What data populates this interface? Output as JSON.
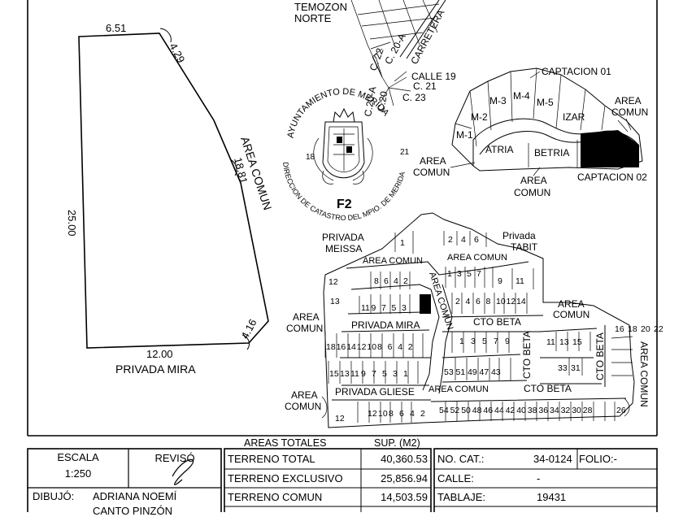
{
  "polygon": {
    "dims": {
      "top": "6.51",
      "top_right": "4.29",
      "right": "18.81",
      "left": "25.00",
      "bottom": "12.00",
      "bottom_right": "4.16"
    },
    "area_label": "AREA COMUN",
    "street_label": "PRIVADA MIRA"
  },
  "location": {
    "temozon_line1": "TEMOZON",
    "temozon_line2": "NORTE",
    "carretera": "CARRETERA",
    "calle19": "CALLE 19",
    "c21": "C. 21",
    "c23": "C. 23",
    "c22": "C. 22",
    "c20a": "C. 20-A",
    "c20": "C.20",
    "c20a2": "C.20-A"
  },
  "seal": {
    "top_text": "AYUNTAMIENTO DE MERIDA",
    "bottom_text": "DIRECCION DE CATASTRO DEL MPIO. DE MERIDA",
    "num_left": "18",
    "num_right": "21",
    "code": "F2"
  },
  "overview": {
    "labels": [
      "M-1",
      "M-2",
      "M-3",
      "M-4",
      "M-5",
      "IZAR",
      "ATRIA",
      "BETRIA"
    ],
    "captacion01": "CAPTACION 01",
    "captacion02": "CAPTACION 02",
    "area_comun": "AREA COMUN",
    "area": "AREA",
    "comun": "COMUN"
  },
  "subdivision": {
    "privada_meissa_1": "PRIVADA",
    "privada_meissa_2": "MEISSA",
    "privada_tabit_1": "Privada",
    "privada_tabit_2": "TABIT",
    "area_comun": "AREA COMUN",
    "area": "AREA",
    "comun": "COMUN",
    "privada_mira": "PRIVADA MIRA",
    "privada_gliese": "PRIVADA GLIESE",
    "cto_beta": "CTO BETA",
    "area_comun_v": "AREA COMUN",
    "lots_a": [
      "8",
      "6",
      "4",
      "2"
    ],
    "lots_b": [
      "11",
      "9",
      "7",
      "5",
      "3"
    ],
    "lots_c": [
      "18",
      "16",
      "14",
      "12",
      "10",
      "8",
      "6",
      "4",
      "2"
    ],
    "lots_d": [
      "15",
      "13",
      "11",
      "9",
      "7",
      "5",
      "3",
      "1"
    ],
    "lots_e": [
      "12",
      "10",
      "8",
      "6",
      "4",
      "2"
    ],
    "lots_f": [
      "1",
      "3",
      "5",
      "7"
    ],
    "lots_g": [
      "9",
      "11"
    ],
    "lots_h": [
      "2",
      "4",
      "6",
      "8",
      "10",
      "12",
      "14"
    ],
    "lots_i": [
      "1",
      "3",
      "5",
      "7",
      "9"
    ],
    "lots_j": [
      "53",
      "51",
      "49",
      "47",
      "43"
    ],
    "lots_k": [
      "54",
      "52",
      "50",
      "48",
      "46",
      "44",
      "42",
      "40",
      "38",
      "36",
      "34",
      "32",
      "30",
      "28"
    ],
    "lots_l": [
      "11",
      "13",
      "15"
    ],
    "lots_m": [
      "33",
      "31"
    ],
    "lots_n": [
      "16",
      "18",
      "20",
      "22"
    ],
    "lots_top": [
      "2",
      "4",
      "6"
    ],
    "lot_1_top": "1",
    "lot_12": "12",
    "lot_13": "13",
    "lot_12b": "12",
    "lot_26": "26"
  },
  "title_block": {
    "escala_label": "ESCALA",
    "escala_value": "1:250",
    "reviso_label": "REVISÓ",
    "dibujo_label": "DIBUJÓ:",
    "dibujo_name_1": "ADRIANA NOEMÍ",
    "dibujo_name_2": "CANTO PINZÓN",
    "areas_header": "AREAS TOTALES",
    "sup_header": "SUP. (M2)",
    "rows": [
      {
        "label": "TERRENO TOTAL",
        "value": "40,360.53"
      },
      {
        "label": "TERRENO EXCLUSIVO",
        "value": "25,856.94"
      },
      {
        "label": "TERRENO COMUN",
        "value": "14,503.59"
      }
    ],
    "no_cat_label": "NO. CAT.:",
    "no_cat_value": "34-0124",
    "folio_label": "FOLIO:-",
    "calle_label": "CALLE:",
    "calle_value": "-",
    "tablaje_label": "TABLAJE:",
    "tablaje_value": "19431"
  }
}
